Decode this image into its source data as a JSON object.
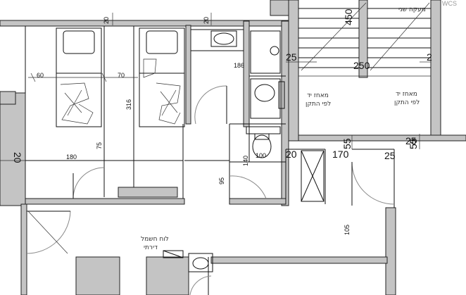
{
  "labels": {
    "top_left_20": "20",
    "top_mid_20": "20",
    "stair_450": "450",
    "stair_250": "250",
    "dim_25_top": "25",
    "dim_2": "2",
    "dim_60": "60",
    "dim_70": "70",
    "dim_186": "186",
    "dim_316": "316",
    "dim_20_left": "20",
    "dim_180": "180",
    "dim_75": "75",
    "dim_100": "100",
    "dim_140": "140",
    "dim_95": "95",
    "dim_20_mid": "20",
    "dim_170": "170",
    "dim_55_a": "55",
    "dim_55_b": "55",
    "dim_25_right": "25",
    "dim_25_right2": "25",
    "dim_105": "105",
    "corner_label": "WCS",
    "note_top_right": "מעקה שני",
    "storage1_line1": "מאחז יד",
    "storage1_line2": "לפי התקן",
    "storage2_line1": "מאחז יד",
    "storage2_line2": "לפי התקן",
    "panel_line1": "לוח חשמל",
    "panel_line2": "דירתי"
  },
  "colors": {
    "wall_fill": "#c4c4c4",
    "ink": "#111111",
    "door_arc": "#888888"
  }
}
